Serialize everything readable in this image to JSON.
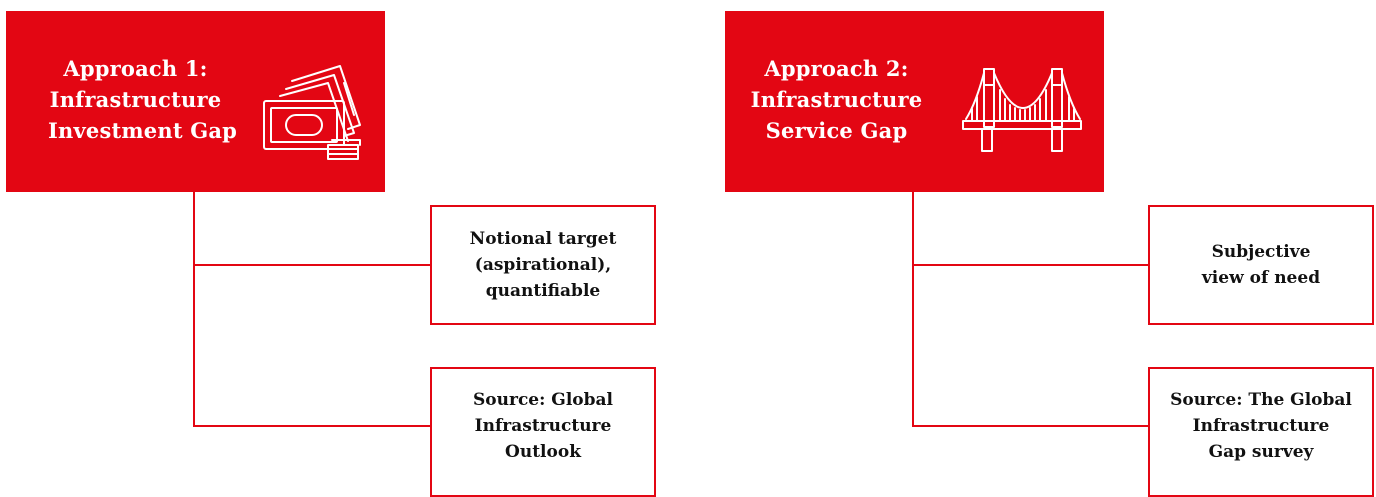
{
  "colors": {
    "accent": "#e30613",
    "text": "#111111",
    "background": "#ffffff"
  },
  "approaches": [
    {
      "title_lines": [
        "Approach 1:",
        "Infrastructure",
        "Investment Gap"
      ],
      "icon": "money-stack-icon",
      "boxes": [
        {
          "lines": [
            "Notional target",
            "(aspirational),",
            "quantifiable"
          ]
        },
        {
          "lines": [
            "Source: Global",
            "Infrastructure",
            "Outlook"
          ]
        }
      ]
    },
    {
      "title_lines": [
        "Approach 2:",
        "Infrastructure",
        "Service Gap"
      ],
      "icon": "bridge-icon",
      "boxes": [
        {
          "lines": [
            "Subjective",
            "view of need"
          ]
        },
        {
          "lines": [
            "Source: The Global",
            "Infrastructure",
            "Gap survey"
          ]
        }
      ]
    }
  ]
}
